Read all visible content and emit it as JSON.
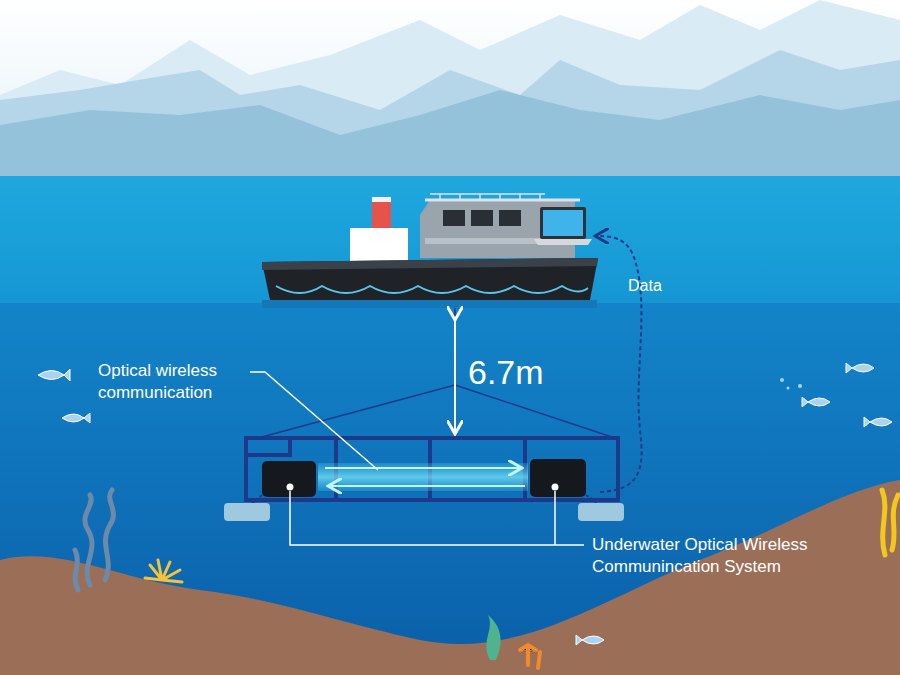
{
  "diagram": {
    "labels": [
      "Data",
      "6.7m",
      "Optical wireless communication",
      "Underwater Optical Wireless Communincation System"
    ]
  }
}
